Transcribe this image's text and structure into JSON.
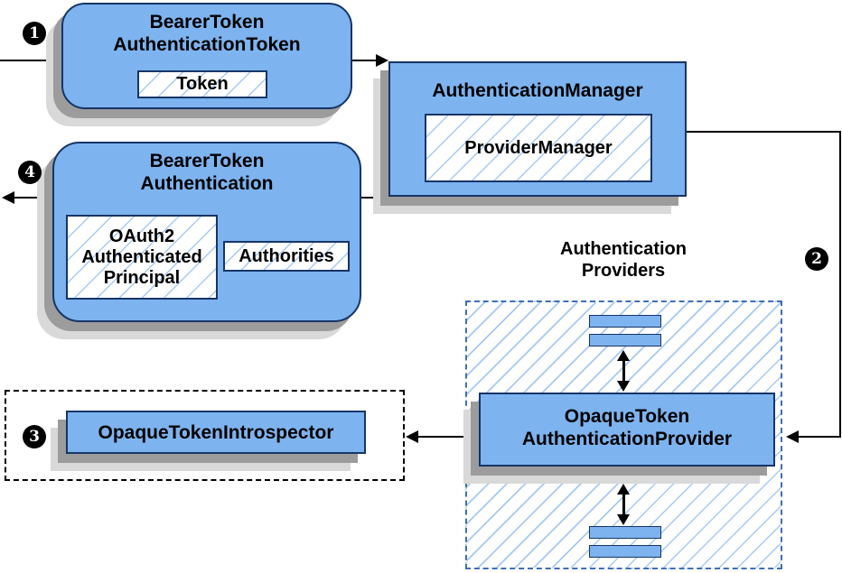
{
  "colors": {
    "node_fill": "#7db3ef",
    "node_border": "#163567",
    "hatch_line": "#a7c9f3",
    "dashed_blue": "#3f6fb5",
    "shadow_dark": "#9c9c9c",
    "shadow_light": "#d9d9d9",
    "arrow": "#000000"
  },
  "badges": {
    "step1": "1",
    "step2": "2",
    "step3": "3",
    "step4": "4"
  },
  "nodes": {
    "bearerTokenAuthenticationToken": {
      "title1": "BearerToken",
      "title2": "AuthenticationToken",
      "token": "Token"
    },
    "authenticationManager": {
      "title": "AuthenticationManager",
      "providerManager": "ProviderManager"
    },
    "bearerTokenAuthentication": {
      "title1": "BearerToken",
      "title2": "Authentication",
      "principal1": "OAuth2",
      "principal2": "Authenticated",
      "principal3": "Principal",
      "authorities": "Authorities"
    },
    "authenticationProviders": {
      "label1": "Authentication",
      "label2": "Providers"
    },
    "opaqueTokenAuthenticationProvider": {
      "title1": "OpaqueToken",
      "title2": "AuthenticationProvider"
    },
    "opaqueTokenIntrospector": {
      "title": "OpaqueTokenIntrospector"
    }
  }
}
